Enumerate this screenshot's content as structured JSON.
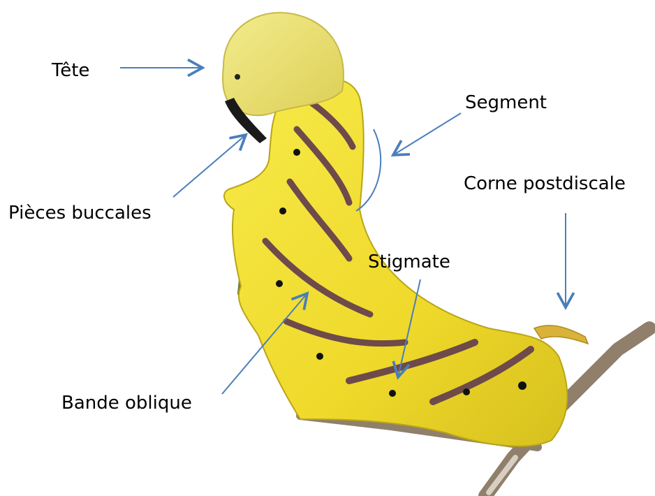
{
  "figure": {
    "subject": "caterpillar",
    "labels": {
      "tete": "Tête",
      "segment": "Segment",
      "corne": "Corne postdiscale",
      "pieces": "Pièces buccales",
      "stigmate": "Stigmate",
      "bande": "Bande oblique"
    }
  },
  "colors": {
    "arrow": "#4a7ebb",
    "body_yellow": "#f2e22c",
    "body_shadow": "#c9b41a",
    "stripe": "#6e4a4a",
    "branch": "#8a7a68",
    "head": "#e6dc6a"
  }
}
